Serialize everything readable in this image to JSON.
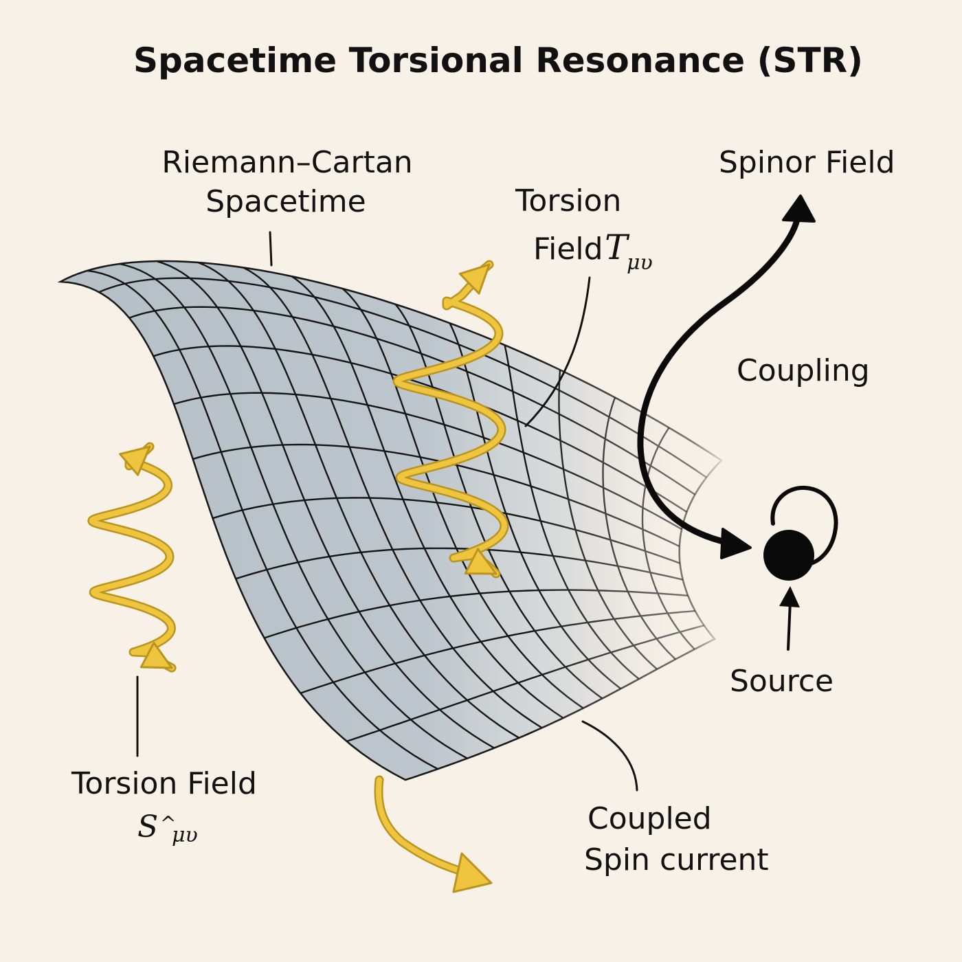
{
  "title": "Spacetime Torsional Resonance (STR)",
  "labels": {
    "spacetime_line1": "Riemann–Cartan",
    "spacetime_line2": "Spacetime",
    "torsion_T_line1": "Torsion",
    "torsion_T_line2": "Field",
    "torsion_T_symbol": "T",
    "torsion_T_sub": "μυ",
    "spinor": "Spinor Field",
    "coupling": "Coupling",
    "source": "Source",
    "torsion_S_line1": "Torsion Field",
    "torsion_S_symbol": "S",
    "torsion_S_sup": "^",
    "torsion_S_sub": "μυ",
    "spin_current_line1": "Coupled",
    "spin_current_line2": "Spin current"
  },
  "colors": {
    "background": "#f8f1e7",
    "surface": "#b7c2c9",
    "torsion_arrow": "#efc53f",
    "ink": "#111111"
  },
  "icons": {
    "helix_arrows": "yellow-helix-arrow",
    "source": "black-dot-with-loop",
    "coupling": "curved-black-arrow"
  }
}
